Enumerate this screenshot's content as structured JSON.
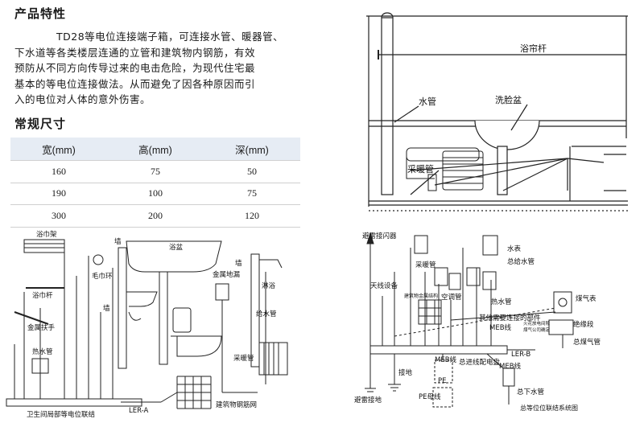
{
  "features": {
    "title": "产品特性",
    "lines": [
      "TD28等电位连接端子箱，可连接水管、暖器管、",
      "下水道等各类楼层连通的立管和建筑物内钢筋，有效",
      "预防从不同方向传导过来的电击危险，为现代住宅最",
      "基本的等电位连接做法。从而避免了因各种原因而引",
      "入的电位对人体的意外伤害。"
    ]
  },
  "sizes": {
    "title": "常规尺寸",
    "headers": [
      "宽(mm)",
      "高(mm)",
      "深(mm)"
    ],
    "rows": [
      [
        "160",
        "75",
        "50"
      ],
      [
        "190",
        "100",
        "75"
      ],
      [
        "300",
        "200",
        "120"
      ]
    ]
  },
  "bathroom": {
    "curtain_rod": "浴帘杆",
    "water_pipe": "水管",
    "washbasin": "洗脸盆",
    "heating_pipe": "采暖管"
  },
  "local": {
    "towel_rack": "浴巾架",
    "towel_ring": "毛巾环",
    "towel_bar": "浴巾杆",
    "metal_handle": "金属扶手",
    "hot_water_pipe": "热水管",
    "wall1": "墙",
    "wall2": "墙",
    "wall3": "墙",
    "bathtub": "浴盆",
    "metal_floor_drain": "金属地漏",
    "shower": "淋浴",
    "water_supply": "给水管",
    "heating": "采暖管",
    "rebar_net": "建筑物钢筋网",
    "ler_a": "LER-A",
    "caption": "卫生间局部等电位联结"
  },
  "total": {
    "lightning_rod": "避雷接闪器",
    "antenna": "天线设备",
    "heating_pipe": "采暖管",
    "water_meter": "水表",
    "main_supply": "总给水管",
    "ac_pipe": "空调管",
    "hot_water": "热水管",
    "building_metal": "建筑物金属结构",
    "other_parts": "其他需要连接的部件",
    "meb_line": "MEB线",
    "gas_meter": "煤气表",
    "insulation": "绝缘段",
    "gas_note": "火花放电间隙",
    "gas_note2": "煤气公司确定",
    "main_gas": "总煤气管",
    "ler_b": "LER-B",
    "grounding": "接地",
    "meb_line2": "MEB线",
    "main_board": "总进线配电盘",
    "meb_line3": "MEB线",
    "pe": "PE",
    "pe_bus": "PE母线",
    "main_drain": "总下水管",
    "lightning_ground": "避雷接地",
    "caption": "总等位位联结系统图"
  }
}
